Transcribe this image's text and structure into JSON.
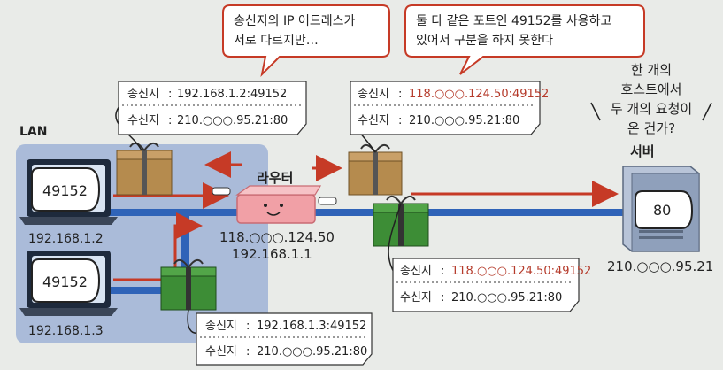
{
  "lan_label": "LAN",
  "clients": [
    {
      "port": "49152",
      "ip": "192.168.1.2"
    },
    {
      "port": "49152",
      "ip": "192.168.1.3"
    }
  ],
  "router": {
    "label": "라우터",
    "public_ip": "118.○○○.124.50",
    "private_ip": "192.168.1.1"
  },
  "server": {
    "label": "서버",
    "port": "80",
    "ip": "210.○○○.95.21",
    "question": [
      "한 개의",
      "호스트에서",
      "두 개의 요청이",
      "온 건가?"
    ]
  },
  "callouts": {
    "left": [
      "송신지의 IP 어드레스가",
      "서로 다르지만…"
    ],
    "right": [
      "둘 다 같은 포트인 49152를 사용하고",
      "있어서 구분을 하지 못한다"
    ]
  },
  "tags": [
    {
      "src_label": "송신지",
      "src": "192.168.1.2:49152",
      "dst_label": "수신지",
      "dst": "210.○○○.95.21:80",
      "highlight": false
    },
    {
      "src_label": "송신지",
      "src": "118.○○○.124.50:49152",
      "dst_label": "수신지",
      "dst": "210.○○○.95.21:80",
      "highlight": true
    },
    {
      "src_label": "송신지",
      "src": "118.○○○.124.50:49152",
      "dst_label": "수신지",
      "dst": "210.○○○.95.21:80",
      "highlight": true
    },
    {
      "src_label": "송신지",
      "src": "192.168.1.3:49152",
      "dst_label": "수신지",
      "dst": "210.○○○.95.21:80",
      "highlight": false
    }
  ],
  "colors": {
    "lan_bg": "#9fb3d6",
    "line": "#2f63b8",
    "arrow": "#c63a26",
    "highlight_text": "#b53a2a",
    "brown_box": "#b58b4e",
    "green_box": "#3d8d36",
    "router": "#f1a0a6"
  }
}
